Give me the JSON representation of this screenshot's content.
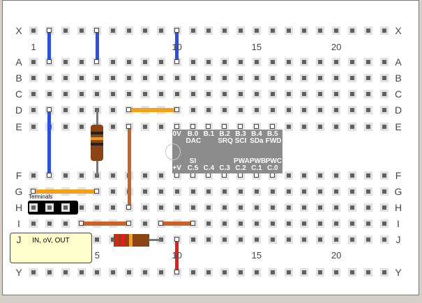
{
  "rows_top": [
    "X",
    "A",
    "B",
    "C",
    "D",
    "E"
  ],
  "rows_bottom": [
    "F",
    "G",
    "H",
    "I",
    "J",
    "Y"
  ],
  "column_numbers_top": [
    "1",
    "10",
    "15",
    "20"
  ],
  "column_numbers_bottom": [
    "5",
    "10",
    "15",
    "20"
  ],
  "chip": {
    "top_pins": [
      [
        "0V",
        ""
      ],
      [
        "B.0",
        "DAC"
      ],
      [
        "B.1",
        ""
      ],
      [
        "B.2",
        "SRQ"
      ],
      [
        "B.3",
        "SCI"
      ],
      [
        "B.4",
        "SDa"
      ],
      [
        "B.5",
        "FWD"
      ]
    ],
    "bottom_pins": [
      [
        "",
        "+V"
      ],
      [
        "SI",
        "C.5"
      ],
      [
        "",
        "C.4"
      ],
      [
        "",
        "C.3"
      ],
      [
        "PWA",
        "C.2"
      ],
      [
        "PWB",
        "C.1"
      ],
      [
        "PWC",
        "C.0"
      ]
    ]
  },
  "terminals_label": "Terminals",
  "note_text": "IN, oV, OUT",
  "colors": {
    "blue": "#2a4fe8",
    "orange": "#f5a01a",
    "brown": "#c8642a",
    "red": "#e81c1c"
  }
}
